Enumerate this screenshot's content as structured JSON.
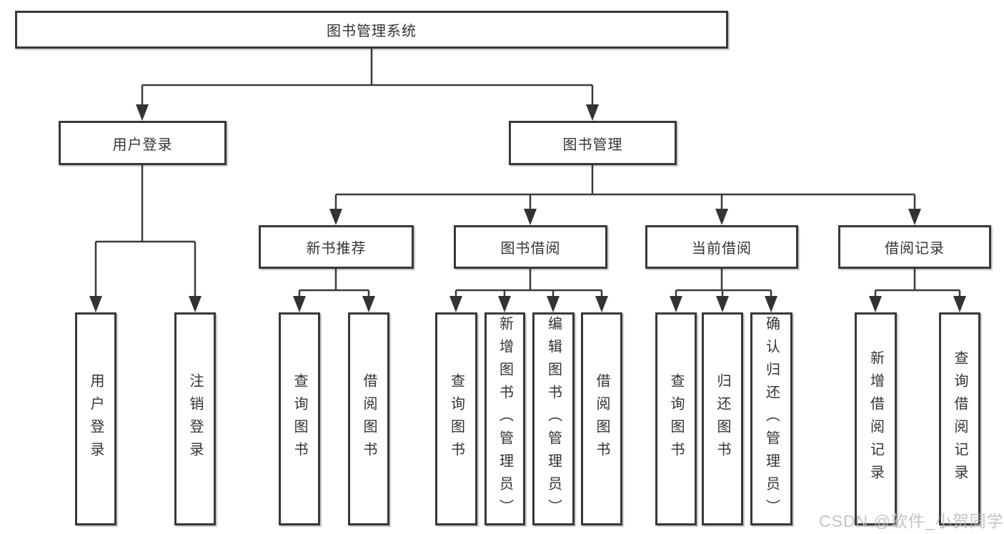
{
  "tree": {
    "root": {
      "label": "图书管理系统",
      "children": [
        {
          "label": "用户登录",
          "children": [
            {
              "label": "用户登录"
            },
            {
              "label": "注销登录"
            }
          ]
        },
        {
          "label": "图书管理",
          "children": [
            {
              "label": "新书推荐",
              "children": [
                {
                  "label": "查询图书"
                },
                {
                  "label": "借阅图书"
                }
              ]
            },
            {
              "label": "图书借阅",
              "children": [
                {
                  "label": "查询图书"
                },
                {
                  "label": "新增图书（管理员）"
                },
                {
                  "label": "编辑图书（管理员）"
                },
                {
                  "label": "借阅图书"
                }
              ]
            },
            {
              "label": "当前借阅",
              "children": [
                {
                  "label": "查询图书"
                },
                {
                  "label": "归还图书"
                },
                {
                  "label": "确认归还（管理员）"
                }
              ]
            },
            {
              "label": "借阅记录",
              "children": [
                {
                  "label": "新增借阅记录"
                },
                {
                  "label": "查询借阅记录"
                }
              ]
            }
          ]
        }
      ]
    }
  },
  "watermark": {
    "text": "CSDN @软件_小贺同学"
  },
  "colors": {
    "line": "#3a3a3a",
    "border": "#383838",
    "text": "#333333",
    "watermark": "#b9b9b9"
  }
}
